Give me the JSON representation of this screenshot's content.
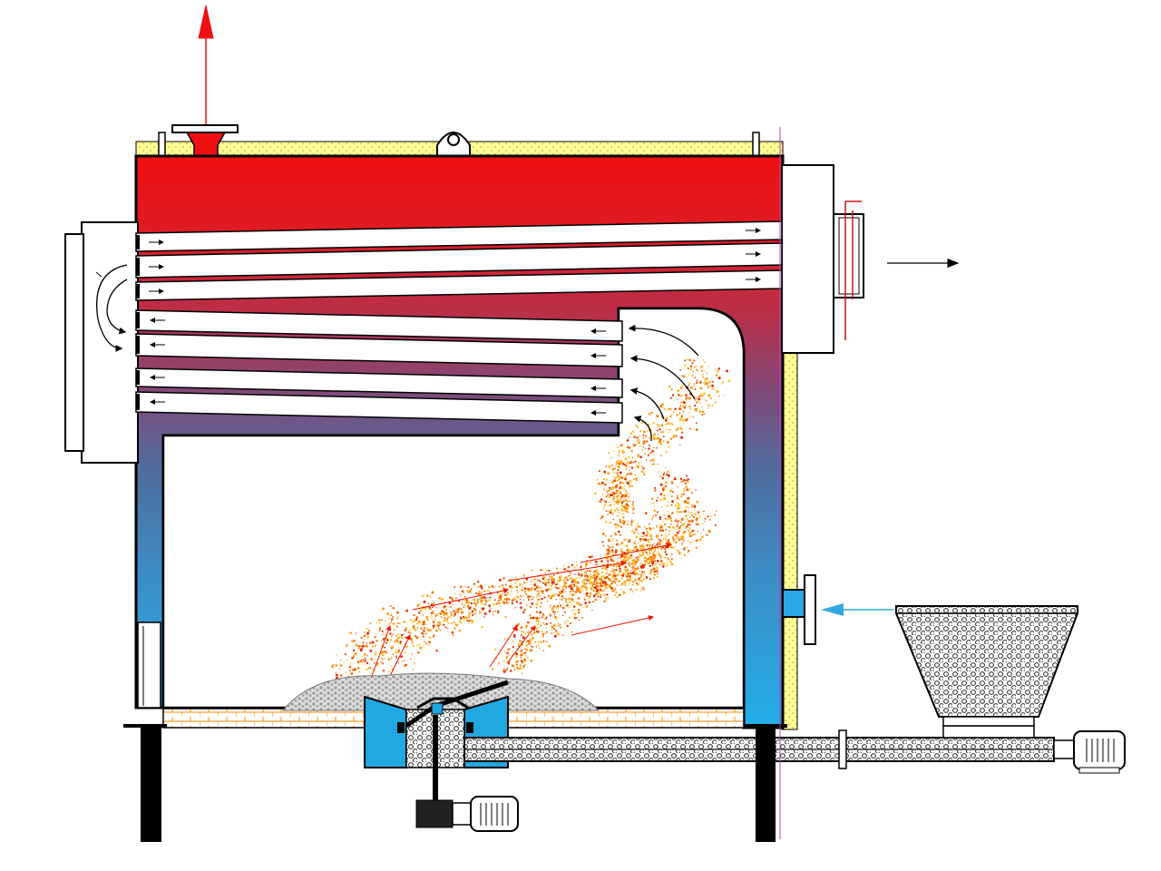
{
  "diagram": {
    "kind": "boiler-cross-section",
    "components": [
      "steam-outlet",
      "lifting-lug",
      "water-drum",
      "front-smoke-box",
      "rear-smoke-box",
      "fire-tubes",
      "furnace",
      "fire-flame",
      "fuel-grate",
      "feed-hopper",
      "screw-conveyor",
      "drive-motor",
      "support-legs",
      "insulation"
    ],
    "arrows": [
      "steam-out-up",
      "flue-gas-out-right",
      "fuel-in-left"
    ],
    "colors": {
      "hot": "#ee1111",
      "mid": "#8a4a78",
      "cool": "#2aa8e6",
      "insulation": "#ffff99",
      "flame": "#ff9900",
      "flame_hot": "#ee2200",
      "feed_arrow": "#33aadd",
      "grate_blue": "#22a8e0",
      "outline": "#000000"
    }
  }
}
